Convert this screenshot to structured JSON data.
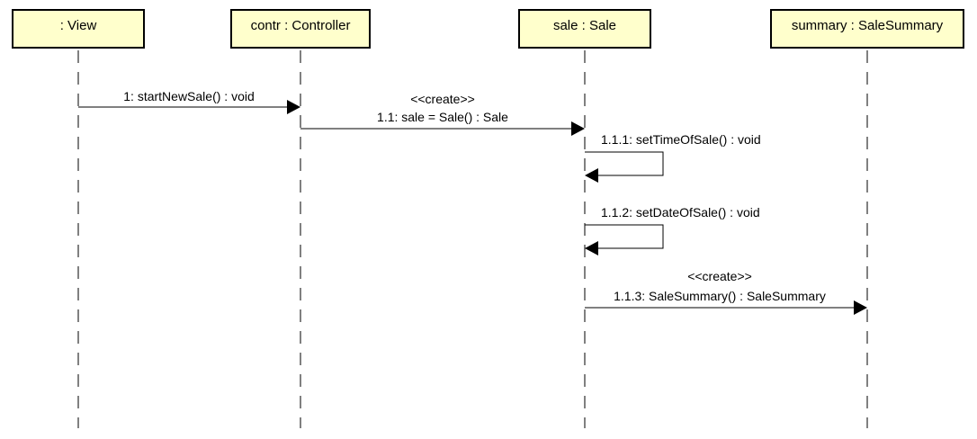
{
  "colors": {
    "lifeline_fill": "#ffffcc",
    "stroke": "#000000",
    "background": "#ffffff"
  },
  "lifelines": [
    {
      "id": "view",
      "label": ": View"
    },
    {
      "id": "controller",
      "label": "contr : Controller"
    },
    {
      "id": "sale",
      "label": "sale : Sale"
    },
    {
      "id": "summary",
      "label": "summary : SaleSummary"
    }
  ],
  "messages": [
    {
      "id": "m1",
      "stereotype": "",
      "label": "1: startNewSale() : void",
      "from": "view",
      "to": "controller",
      "self": false
    },
    {
      "id": "m2",
      "stereotype": "<<create>>",
      "label": "1.1: sale = Sale() : Sale",
      "from": "controller",
      "to": "sale",
      "self": false
    },
    {
      "id": "m3",
      "stereotype": "",
      "label": "1.1.1: setTimeOfSale() : void",
      "from": "sale",
      "to": "sale",
      "self": true
    },
    {
      "id": "m4",
      "stereotype": "",
      "label": "1.1.2: setDateOfSale() : void",
      "from": "sale",
      "to": "sale",
      "self": true
    },
    {
      "id": "m5",
      "stereotype": "<<create>>",
      "label": "1.1.3: SaleSummary() : SaleSummary",
      "from": "sale",
      "to": "summary",
      "self": false
    }
  ]
}
